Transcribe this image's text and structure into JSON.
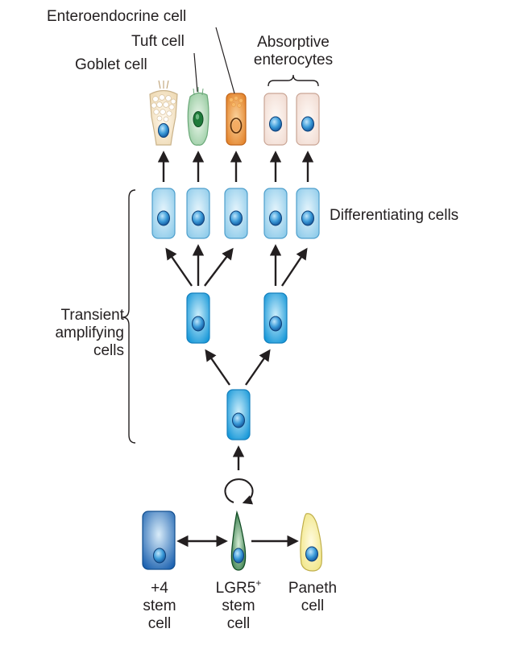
{
  "labels": {
    "enteroendocrine": "Enteroendocrine cell",
    "tuft": "Tuft cell",
    "goblet": "Goblet cell",
    "absorptive_line1": "Absorptive",
    "absorptive_line2": "enterocytes",
    "differentiating": "Differentiating cells",
    "transient_line1": "Transient",
    "transient_line2": "amplifying",
    "transient_line3": "cells",
    "plus4_line1": "+4",
    "plus4_line2": "stem",
    "plus4_line3": "cell",
    "lgr5_prefix": "LGR5",
    "lgr5_sup": "+",
    "lgr5_line2": "stem",
    "lgr5_line3": "cell",
    "paneth_line1": "Paneth",
    "paneth_line2": "cell"
  },
  "colors": {
    "text": "#231f20",
    "arrow": "#231f20",
    "nucleus": "#1f6fb8",
    "light_blue_cell": "#b8def2",
    "ta_blue_cell": "#2fa8e0",
    "plus4_cell": "#2a7dc4",
    "lgr5_cell": "#1f7a3a",
    "paneth_cell": "#f5ee9a",
    "tuft_cell": "#9fd1a6",
    "enteroendocrine_cell": "#e8862a",
    "enterocyte_cell": "#f6e4dc",
    "goblet_cell": "#f2e3c6"
  }
}
